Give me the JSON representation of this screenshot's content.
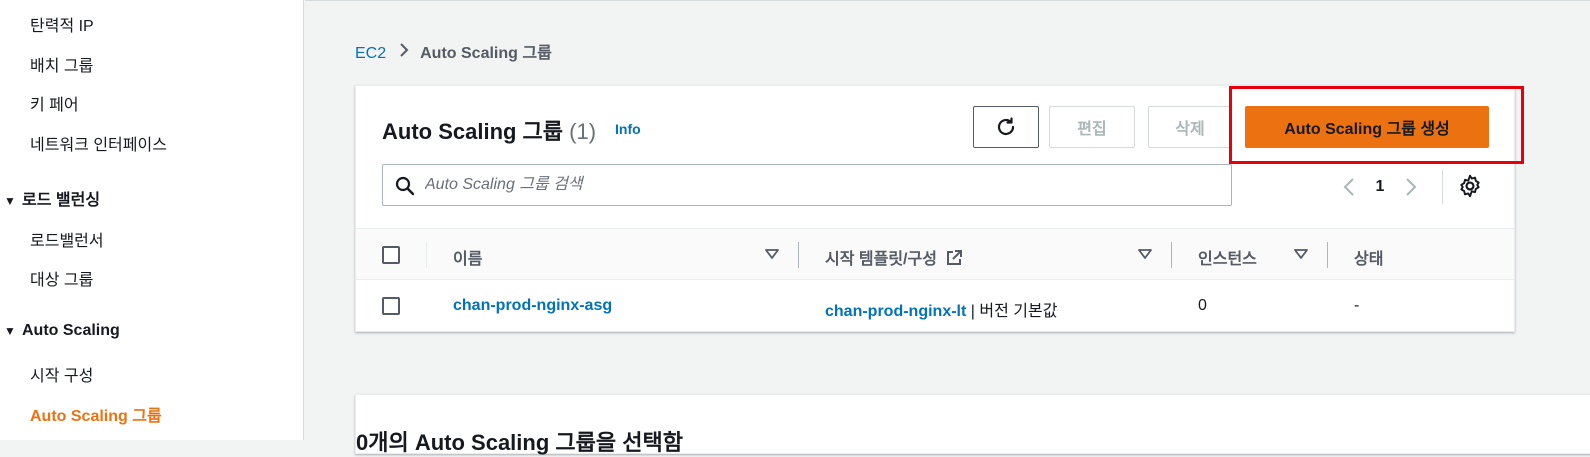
{
  "sidebar": {
    "items": [
      {
        "label": "탄력적 IP"
      },
      {
        "label": "배치 그룹"
      },
      {
        "label": "키 페어"
      },
      {
        "label": "네트워크 인터페이스"
      }
    ],
    "load_balancing": {
      "label": "로드 밸런싱",
      "items": [
        {
          "label": "로드밸런서"
        },
        {
          "label": "대상 그룹"
        }
      ]
    },
    "auto_scaling": {
      "label": "Auto Scaling",
      "items": [
        {
          "label": "시작 구성"
        },
        {
          "label": "Auto Scaling 그룹",
          "active": true
        }
      ]
    }
  },
  "breadcrumb": {
    "root": "EC2",
    "current": "Auto Scaling 그룹"
  },
  "panel": {
    "title": "Auto Scaling 그룹",
    "count": "(1)",
    "info": "Info",
    "buttons": {
      "edit": "편집",
      "delete": "삭제",
      "create": "Auto Scaling 그룹 생성"
    },
    "search_placeholder": "Auto Scaling 그룹 검색",
    "page": "1"
  },
  "table": {
    "columns": [
      "이름",
      "시작 템플릿/구성",
      "인스턴스",
      "상태"
    ],
    "rows": [
      {
        "name": "chan-prod-nginx-asg",
        "template": "chan-prod-nginx-lt",
        "version": "| 버전 기본값",
        "instances": "0",
        "status": "-"
      }
    ]
  },
  "bottom_panel": {
    "title": "0개의 Auto Scaling 그룹을 선택함"
  },
  "colors": {
    "accent": "#ec7211",
    "link": "#0073bb",
    "highlight": "#e7000b"
  }
}
